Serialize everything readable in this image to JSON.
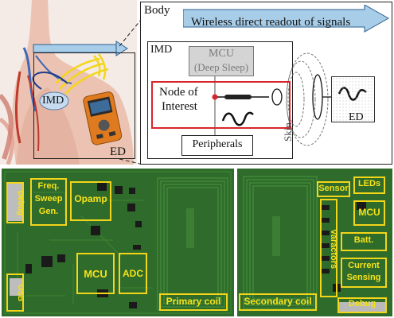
{
  "diagram": {
    "body_label": "Body",
    "arrow_label": "Wireless direct readout of signals",
    "imd_label": "IMD",
    "mcu_label": "MCU",
    "mcu_sub": "(Deep Sleep)",
    "node_label_1": "Node of",
    "node_label_2": "Interest",
    "peripherals_label": "Peripherals",
    "skin_label": "Skin",
    "ed_label": "ED"
  },
  "photo": {
    "imd_label": "IMD",
    "ed_label": "ED"
  },
  "board_left": {
    "labels": {
      "debug": "Debug",
      "freq_1": "Freq.",
      "freq_2": "Sweep",
      "freq_3": "Gen.",
      "opamp": "Opamp",
      "mcu": "MCU",
      "adc": "ADC",
      "usb": "USB",
      "primary_coil": "Primary coil"
    }
  },
  "board_right": {
    "labels": {
      "secondary_coil": "Secondary coil",
      "sensor": "Sensor",
      "leds": "LEDs",
      "mcu": "MCU",
      "varactors": "Varactors",
      "batt": "Batt.",
      "current_1": "Current",
      "current_2": "Sensing",
      "debug": "Debug"
    }
  },
  "colors": {
    "pcb_green": "#2f6b2a",
    "label_yellow": "#f7e21a",
    "arrow_blue": "#a8cde9",
    "highlight_red": "#d9242b"
  }
}
